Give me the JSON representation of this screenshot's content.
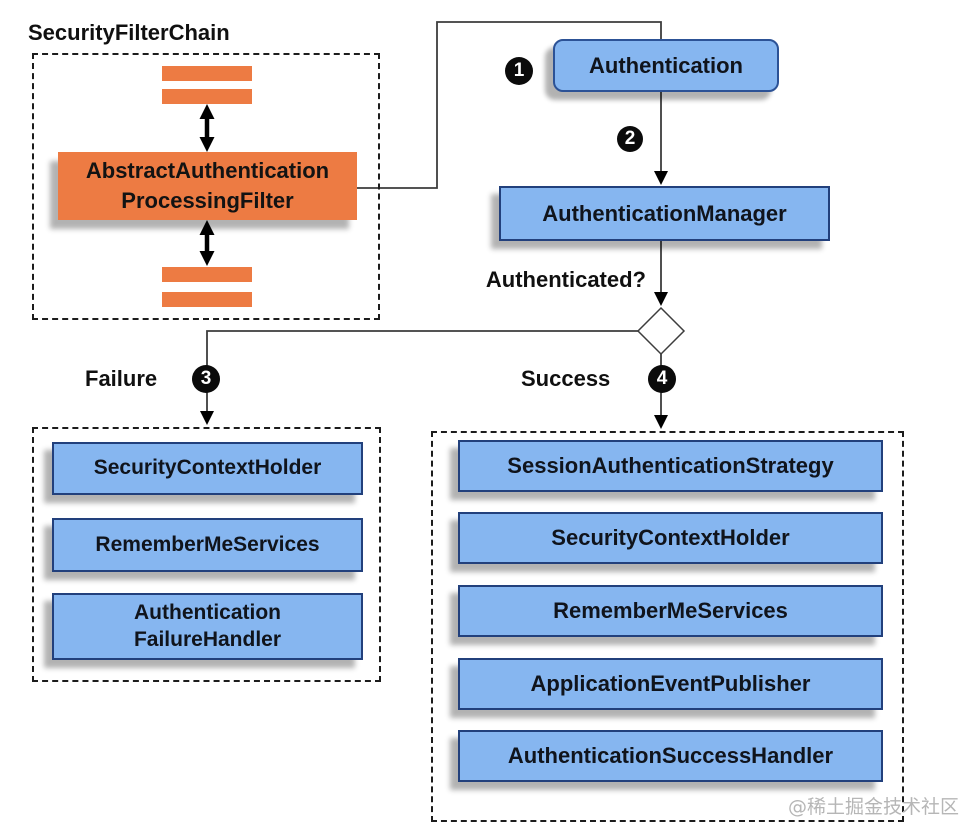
{
  "filter_chain": {
    "title": "SecurityFilterChain",
    "filter_line1": "AbstractAuthentication",
    "filter_line2": "ProcessingFilter"
  },
  "flow": {
    "authentication_label": "Authentication",
    "authentication_manager_label": "AuthenticationManager",
    "decision_label": "Authenticated?"
  },
  "steps": {
    "one": "1",
    "two": "2",
    "three": "3",
    "four": "4"
  },
  "failure": {
    "label": "Failure",
    "boxes": [
      "SecurityContextHolder",
      "RememberMeServices"
    ],
    "box3_line1": "Authentication",
    "box3_line2": "FailureHandler"
  },
  "success": {
    "label": "Success",
    "boxes": [
      "SessionAuthenticationStrategy",
      "SecurityContextHolder",
      "RememberMeServices",
      "ApplicationEventPublisher",
      "AuthenticationSuccessHandler"
    ]
  },
  "colors": {
    "orange": "#ED7B43",
    "blue_fill": "#86B6F0",
    "blue_border": "#22407C",
    "line": "#3D3D3D",
    "watermark": "#B6B6B6"
  },
  "watermark": "@稀土掘金技术社区"
}
